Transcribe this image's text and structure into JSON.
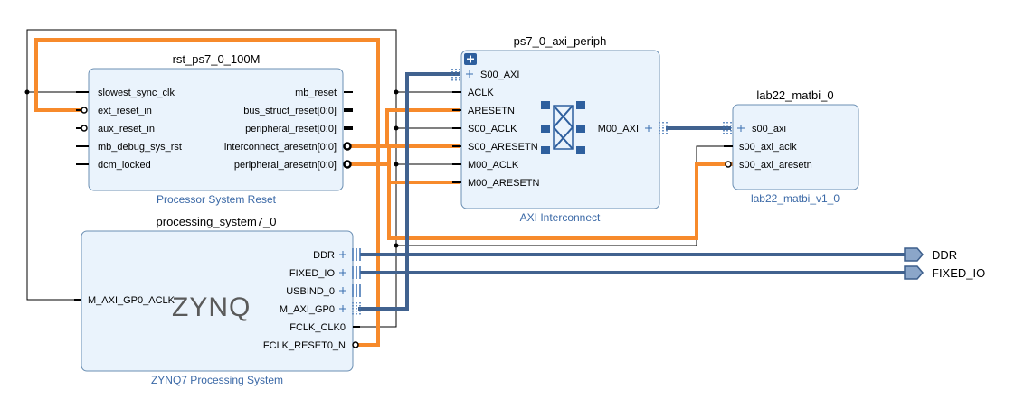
{
  "diagram": {
    "rst": {
      "instance": "rst_ps7_0_100M",
      "ip_name": "Processor System Reset",
      "inputs": [
        "slowest_sync_clk",
        "ext_reset_in",
        "aux_reset_in",
        "mb_debug_sys_rst",
        "dcm_locked"
      ],
      "outputs": [
        "mb_reset",
        "bus_struct_reset[0:0]",
        "peripheral_reset[0:0]",
        "interconnect_aresetn[0:0]",
        "peripheral_aresetn[0:0]"
      ]
    },
    "ic": {
      "instance": "ps7_0_axi_periph",
      "ip_name": "AXI Interconnect",
      "inputs": [
        "S00_AXI",
        "ACLK",
        "ARESETN",
        "S00_ACLK",
        "S00_ARESETN",
        "M00_ACLK",
        "M00_ARESETN"
      ],
      "outputs": [
        "M00_AXI"
      ]
    },
    "lab": {
      "instance": "lab22_matbi_0",
      "ip_name": "lab22_matbi_v1_0",
      "inputs": [
        "s00_axi",
        "s00_axi_aclk",
        "s00_axi_aresetn"
      ]
    },
    "ps": {
      "instance": "processing_system7_0",
      "ip_name": "ZYNQ7 Processing System",
      "logo": "ZYNQ",
      "inputs": [
        "M_AXI_GP0_ACLK"
      ],
      "outputs": [
        "DDR",
        "FIXED_IO",
        "USBIND_0",
        "M_AXI_GP0",
        "FCLK_CLK0",
        "FCLK_RESET0_N"
      ]
    },
    "external_ports": [
      "DDR",
      "FIXED_IO"
    ],
    "colors": {
      "reset_net": "#f78a2b",
      "bus_net": "#41628f",
      "block_fill": "#eaf3fc",
      "block_border": "#6b8fb3"
    }
  }
}
